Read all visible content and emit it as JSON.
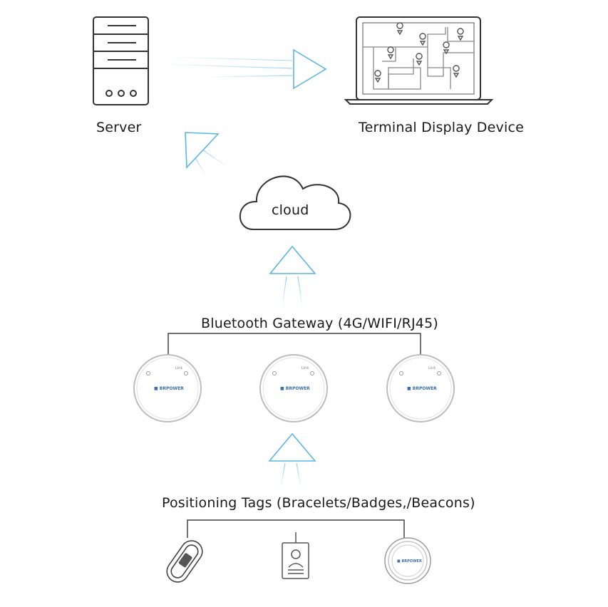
{
  "nodes": {
    "server": "Server",
    "terminal": "Terminal Display Device",
    "cloud": "cloud",
    "gateway": "Bluetooth Gateway (4G/WIFI/RJ45)",
    "tags": "Positioning Tags (Bracelets/Badges,/Beacons)"
  },
  "device_marks": {
    "led_text": "Link",
    "brand": "■ BRPOWER"
  },
  "colors": {
    "arrow": "#5ab6e6",
    "stroke": "#333333",
    "device": "#bdbdbd",
    "map_line": "#888888"
  },
  "icons": [
    "server-icon",
    "laptop-icon",
    "cloud-icon",
    "gateway-icon",
    "bracelet-icon",
    "badge-icon",
    "beacon-icon"
  ]
}
